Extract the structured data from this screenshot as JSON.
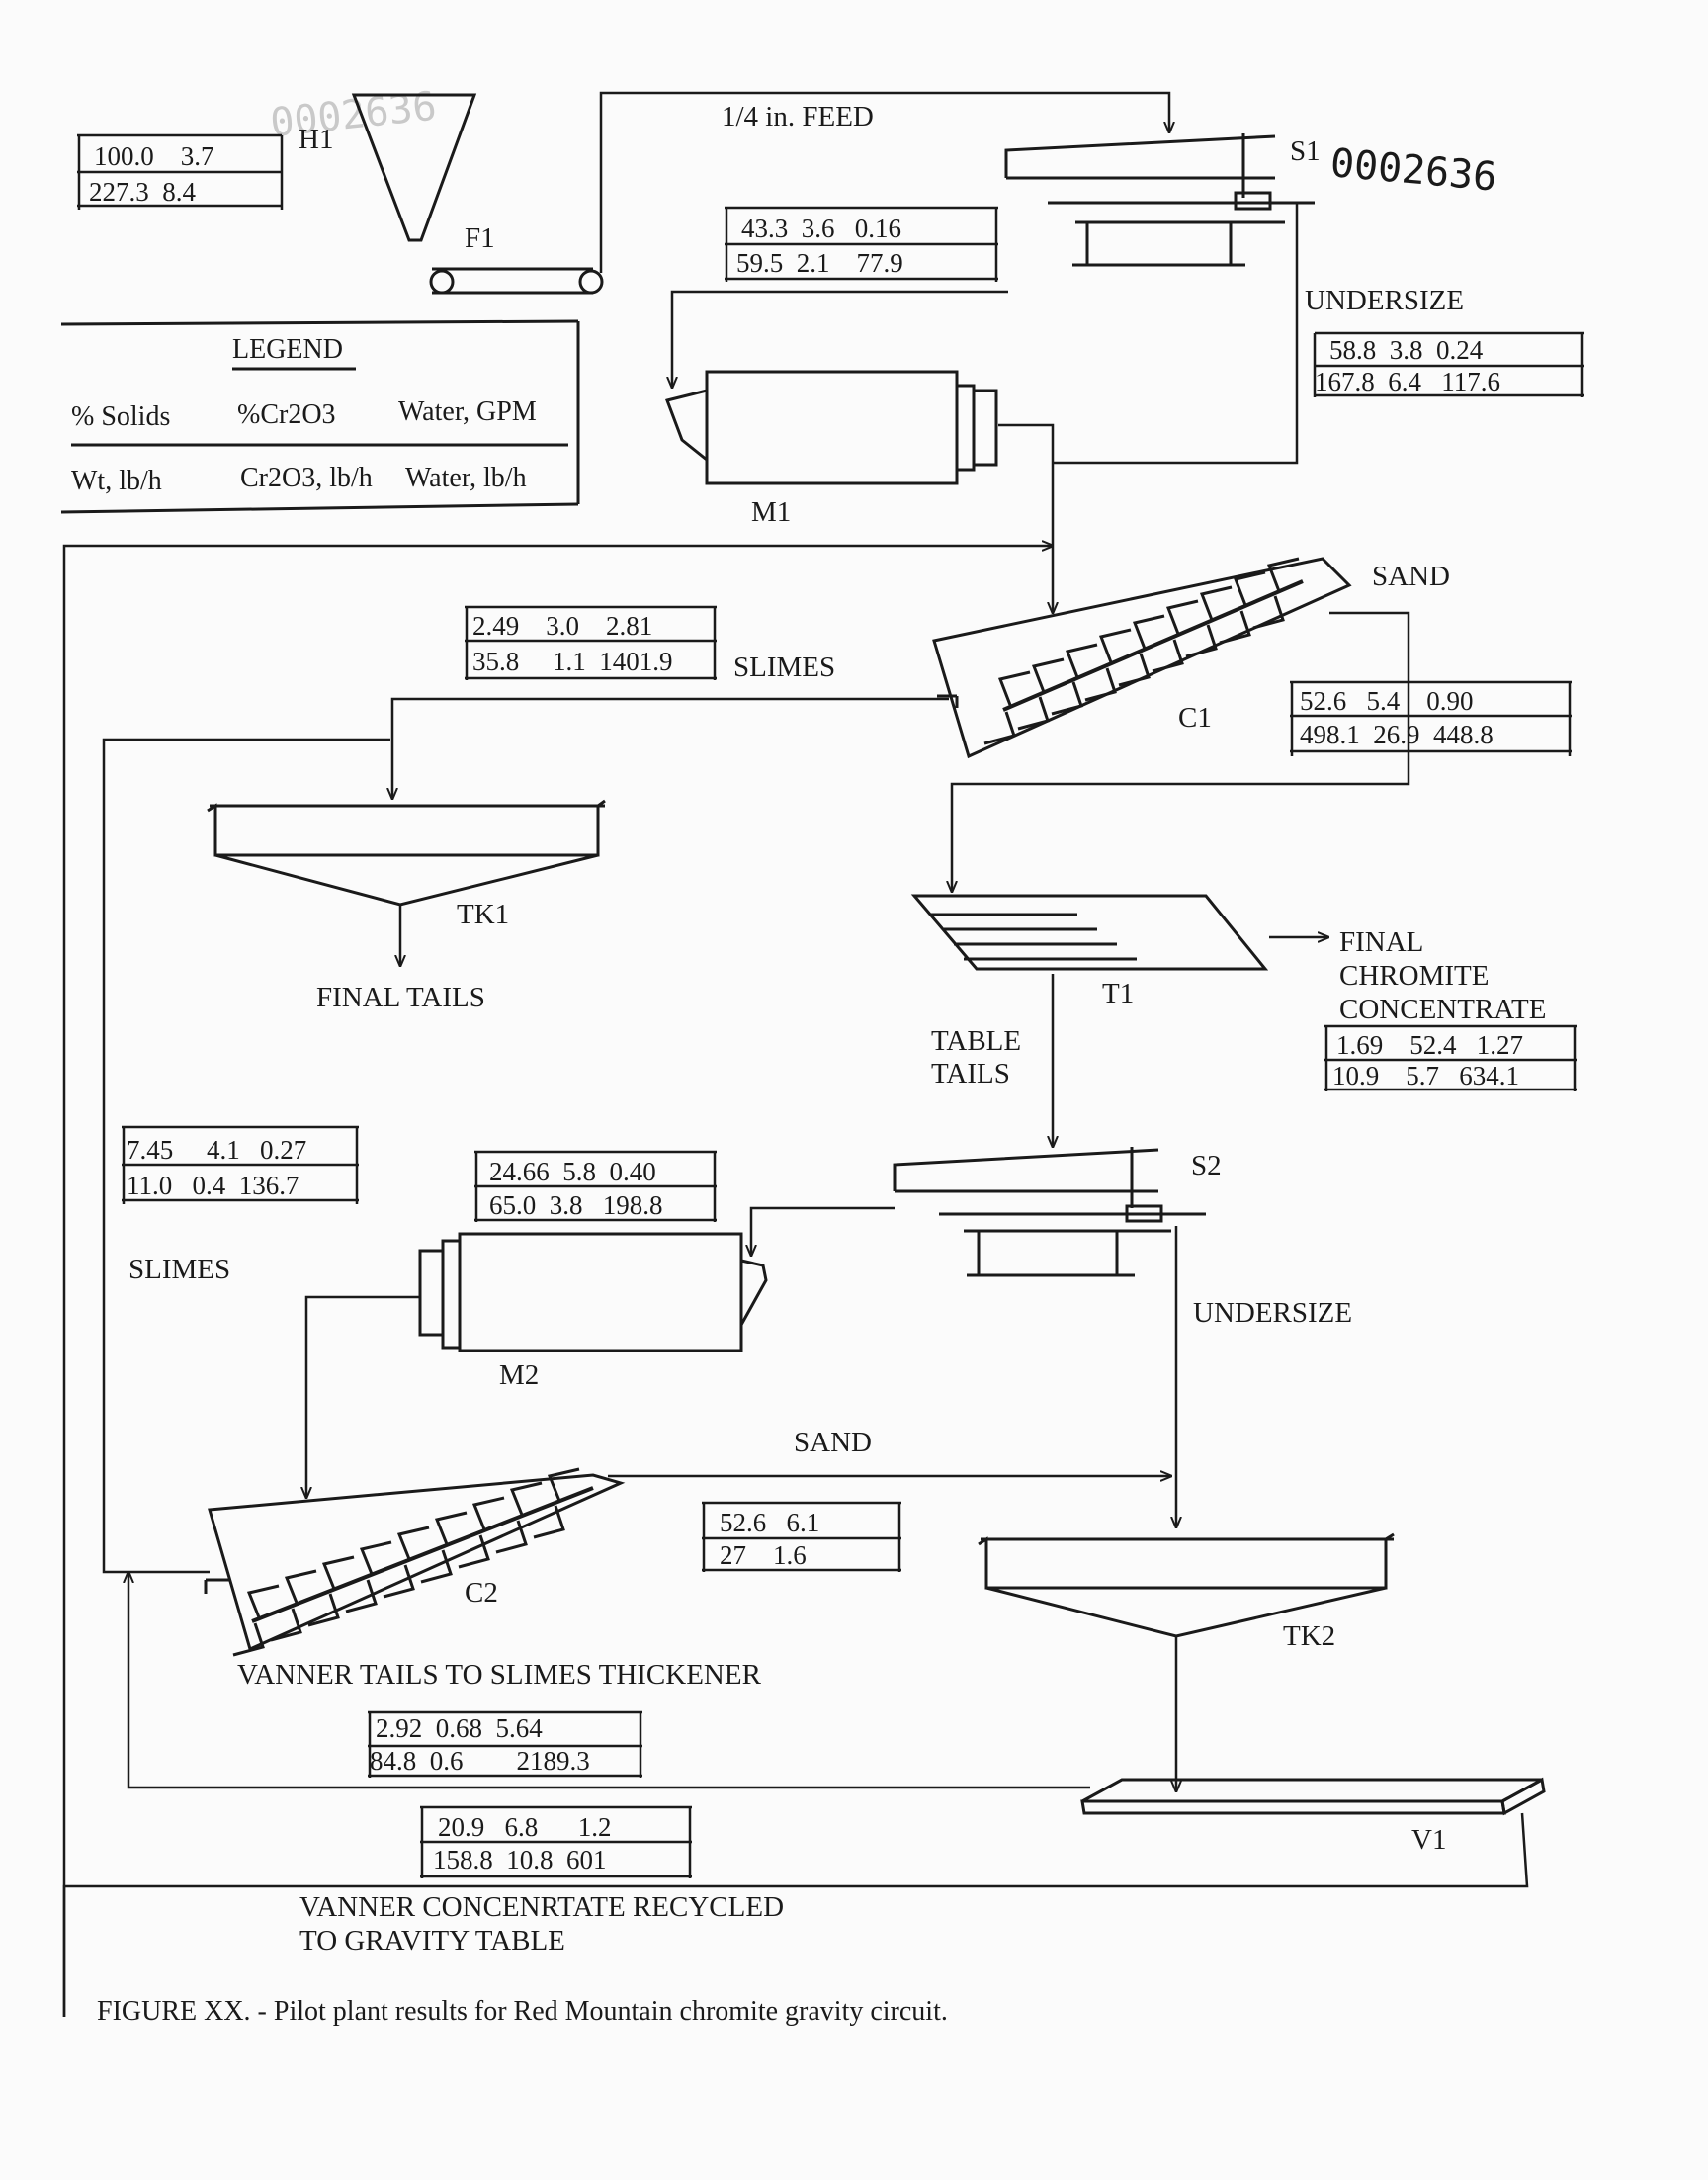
{
  "stamps": {
    "top_id": "0002636",
    "faint_id": "0002636"
  },
  "units": {
    "H1": "H1",
    "F1": "F1",
    "S1": "S1",
    "M1": "M1",
    "C1": "C1",
    "TK1": "TK1",
    "T1": "T1",
    "S2": "S2",
    "M2": "M2",
    "C2": "C2",
    "TK2": "TK2",
    "V1": "V1"
  },
  "streams": {
    "feed": "1/4 in. FEED",
    "undersize1": "UNDERSIZE",
    "sand1": "SAND",
    "slimes1": "SLIMES",
    "final_tails": "FINAL TAILS",
    "final_conc_1": "FINAL",
    "final_conc_2": "CHROMITE",
    "final_conc_3": "CONCENTRATE",
    "table_tails_1": "TABLE",
    "table_tails_2": "TAILS",
    "slimes2": "SLIMES",
    "undersize2": "UNDERSIZE",
    "sand2": "SAND",
    "vanner_tails": "VANNER TAILS TO SLIMES THICKENER",
    "vanner_conc_1": "VANNER CONCENRTATE RECYCLED",
    "vanner_conc_2": "TO GRAVITY TABLE"
  },
  "legend": {
    "title": "LEGEND",
    "row1": [
      "% Solids",
      "%Cr2O3",
      "Water, GPM"
    ],
    "row2": [
      "Wt, lb/h",
      "Cr2O3, lb/h",
      "Water, lb/h"
    ]
  },
  "data_boxes": {
    "b1": {
      "row1": "100.0    3.7",
      "row2": "227.3  8.4"
    },
    "b2": {
      "row1": "43.3  3.6   0.16",
      "row2": "59.5  2.1    77.9"
    },
    "b3": {
      "row1": "58.8  3.8  0.24",
      "row2": "167.8  6.4   117.6"
    },
    "b4": {
      "row1": "2.49    3.0    2.81",
      "row2": "35.8     1.1  1401.9"
    },
    "b5": {
      "row1": "52.6   5.4    0.90",
      "row2": "498.1  26.9  448.8"
    },
    "b6": {
      "row1": "1.69    52.4   1.27",
      "row2": "10.9    5.7   634.1"
    },
    "b7": {
      "row1": "7.45     4.1   0.27",
      "row2": "11.0   0.4  136.7"
    },
    "b8": {
      "row1": "24.66  5.8  0.40",
      "row2": "65.0  3.8   198.8"
    },
    "b9": {
      "row1": "52.6   6.1",
      "row2": "27    1.6"
    },
    "b10": {
      "row1": "2.92  0.68  5.64",
      "row2": "84.8  0.6        2189.3"
    },
    "b11": {
      "row1": "20.9   6.8      1.2",
      "row2": "158.8  10.8  601"
    }
  },
  "caption": "FIGURE XX. - Pilot plant results for Red Mountain chromite gravity circuit."
}
